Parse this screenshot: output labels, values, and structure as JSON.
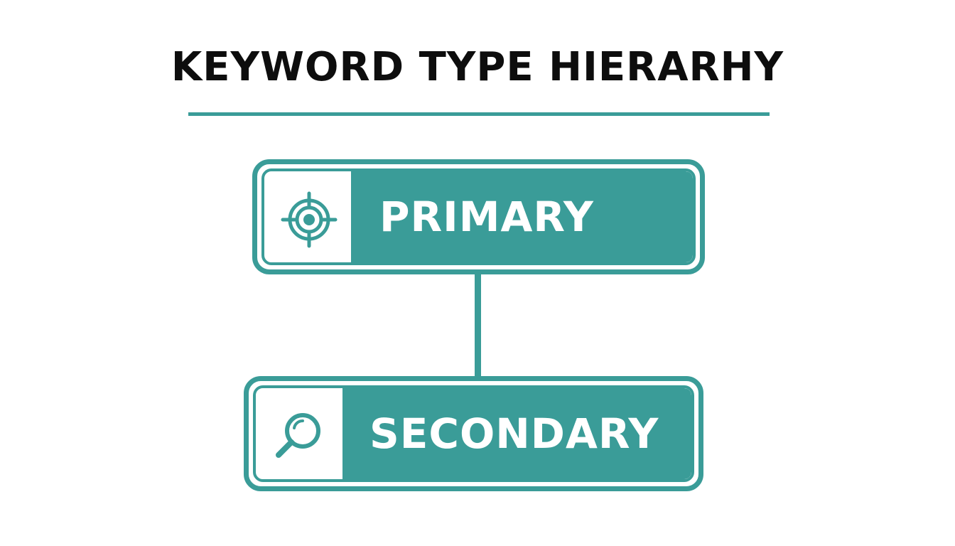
{
  "title": "KEYWORD TYPE HIERARHY",
  "colors": {
    "accent": "#3a9c98",
    "title_text": "#0d0d0d",
    "background": "#ffffff"
  },
  "nodes": [
    {
      "label": "PRIMARY",
      "icon": "target-icon"
    },
    {
      "label": "SECONDARY",
      "icon": "magnifying-glass-icon"
    }
  ]
}
